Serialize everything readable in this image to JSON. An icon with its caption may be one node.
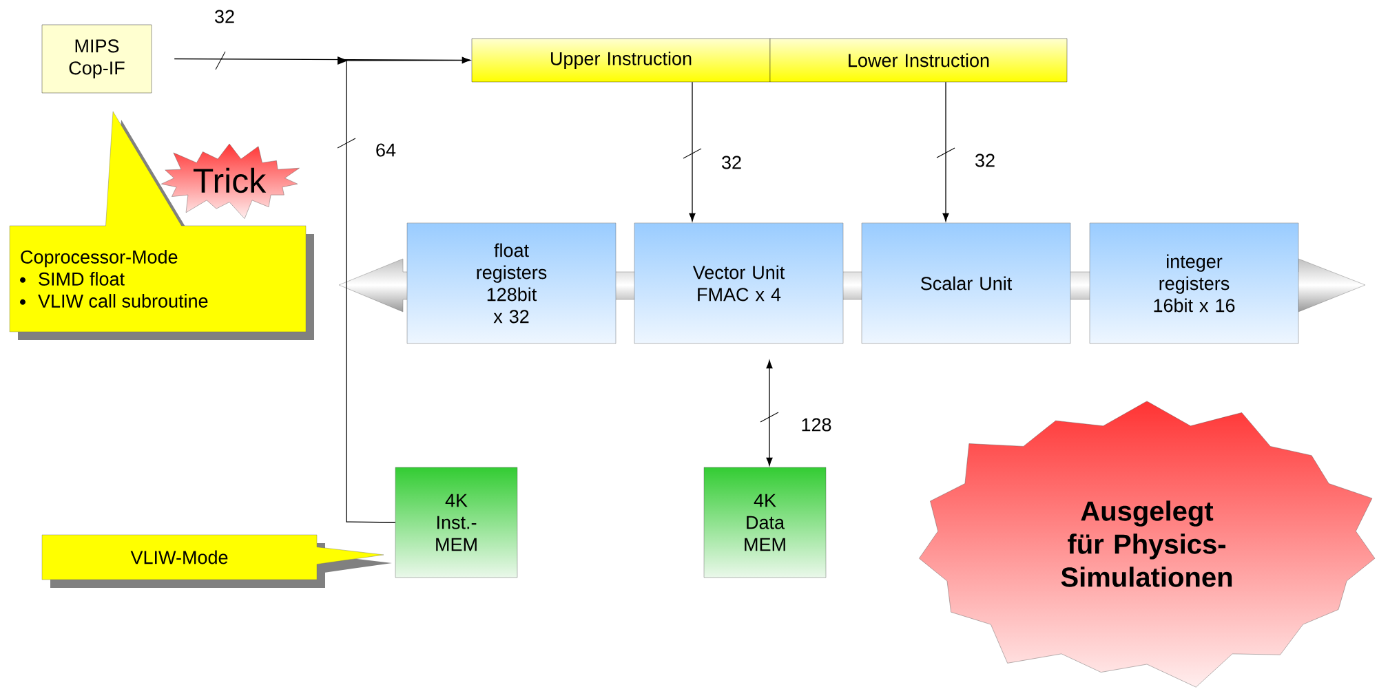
{
  "diagram": {
    "nodes": [
      {
        "text": [
          "MIPS Cop-IF"
        ]
      },
      {
        "text": [
          "Upper Instruction"
        ]
      },
      {
        "text": [
          "Lower Instruction"
        ]
      },
      {
        "text": [
          "Trick"
        ]
      },
      {
        "text": [
          "Coprocessor-Mode",
          "SIMD float",
          "VLIW call subroutine"
        ]
      },
      {
        "text": [
          "float registers 128bit x 32"
        ]
      },
      {
        "text": [
          "Vector Unit FMAC x 4"
        ]
      },
      {
        "text": [
          "Scalar Unit"
        ]
      },
      {
        "text": [
          "integer registers 16bit x 16"
        ]
      },
      {
        "text": [
          "4K Inst.-MEM"
        ]
      },
      {
        "text": [
          "4K Data MEM"
        ]
      },
      {
        "text": [
          "VLIW-Mode"
        ]
      },
      {
        "text": [
          "Ausgelegt für Physics-Simulationen"
        ]
      }
    ],
    "edges": [
      {
        "from": 0,
        "to": 1,
        "arrow": "to",
        "label": "32"
      },
      {
        "from": 9,
        "to": 1,
        "arrow": "to",
        "label": "64"
      },
      {
        "from": 1,
        "to": 6,
        "arrow": "to",
        "label": "32"
      },
      {
        "from": 2,
        "to": 7,
        "arrow": "to",
        "label": "32"
      },
      {
        "from": 6,
        "to": 10,
        "arrow": "both",
        "label": "128"
      }
    ]
  }
}
